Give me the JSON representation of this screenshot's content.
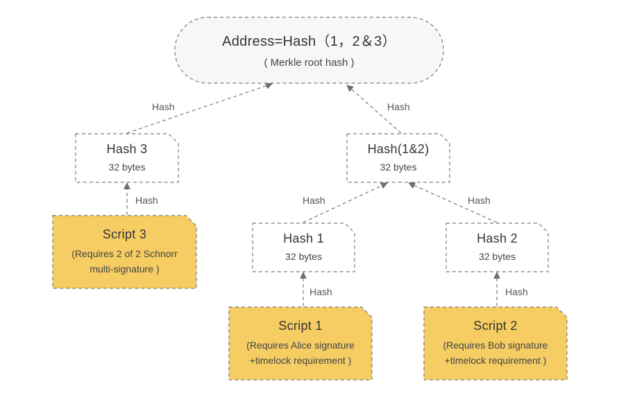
{
  "colors": {
    "node_fill": "#ffffff",
    "root_fill": "#f7f7f7",
    "script_fill": "#f5cd63",
    "stroke": "#7a7a7a",
    "arrow": "#6e6e6e"
  },
  "root": {
    "title": "Address=Hash（1，2＆3）",
    "subtitle": "( Merkle root hash )"
  },
  "hash3": {
    "title": "Hash 3",
    "subtitle": "32 bytes"
  },
  "hash12": {
    "title": "Hash(1&2)",
    "subtitle": "32 bytes"
  },
  "hash1": {
    "title": "Hash 1",
    "subtitle": "32 bytes"
  },
  "hash2": {
    "title": "Hash 2",
    "subtitle": "32 bytes"
  },
  "script3": {
    "title": "Script 3",
    "line1": "(Requires 2 of 2 Schnorr",
    "line2": "multi-signature )"
  },
  "script1": {
    "title": "Script 1",
    "line1": "(Requires Alice signature",
    "line2": "+timelock requirement )"
  },
  "script2": {
    "title": "Script 2",
    "line1": "(Requires Bob signature",
    "line2": "+timelock requirement )"
  },
  "edge_labels": {
    "hash3_to_root": "Hash",
    "hash12_to_root": "Hash",
    "script3_to_hash3": "Hash",
    "hash1_to_hash12": "Hash",
    "hash2_to_hash12": "Hash",
    "script1_to_hash1": "Hash",
    "script2_to_hash2": "Hash"
  }
}
